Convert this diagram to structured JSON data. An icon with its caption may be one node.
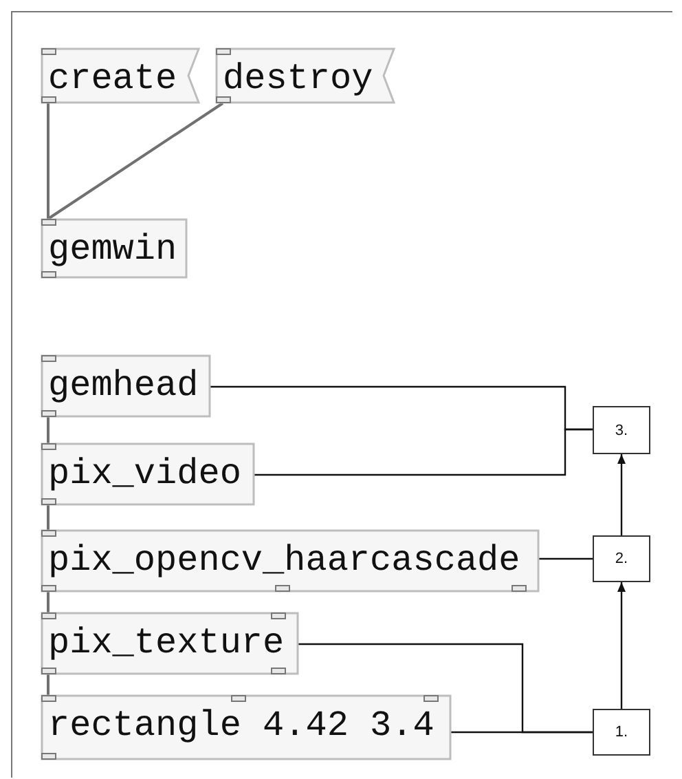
{
  "diagram": {
    "nodes": [
      {
        "text": [
          "create"
        ]
      },
      {
        "text": [
          "destroy"
        ]
      },
      {
        "text": [
          "gemwin"
        ]
      },
      {
        "text": [
          "gemhead"
        ]
      },
      {
        "text": [
          "pix_video"
        ]
      },
      {
        "text": [
          "pix_opencv_haarcascade"
        ]
      },
      {
        "text": [
          "pix_texture"
        ]
      },
      {
        "text": [
          "rectangle 4.42 3.4"
        ]
      },
      {
        "text": [
          "3."
        ]
      },
      {
        "text": [
          "2."
        ]
      },
      {
        "text": [
          "1."
        ]
      }
    ],
    "edges": [
      {
        "from": 0,
        "to": 2,
        "arrow": "none",
        "color": "#707070"
      },
      {
        "from": 1,
        "to": 2,
        "arrow": "none",
        "color": "#707070"
      },
      {
        "from": 3,
        "to": 4,
        "arrow": "none",
        "color": "#707070"
      },
      {
        "from": 4,
        "to": 5,
        "arrow": "none",
        "color": "#707070"
      },
      {
        "from": 5,
        "to": 6,
        "arrow": "none",
        "color": "#707070"
      },
      {
        "from": 6,
        "to": 7,
        "arrow": "none",
        "color": "#707070"
      },
      {
        "from": 3,
        "to": 8,
        "arrow": "none"
      },
      {
        "from": 4,
        "to": 8,
        "arrow": "none"
      },
      {
        "from": 5,
        "to": 9,
        "arrow": "none"
      },
      {
        "from": 6,
        "to": 10,
        "arrow": "none"
      },
      {
        "from": 7,
        "to": 10,
        "arrow": "none"
      },
      {
        "from": 10,
        "to": 9,
        "arrow": "to"
      },
      {
        "from": 9,
        "to": 8,
        "arrow": "to"
      }
    ]
  }
}
